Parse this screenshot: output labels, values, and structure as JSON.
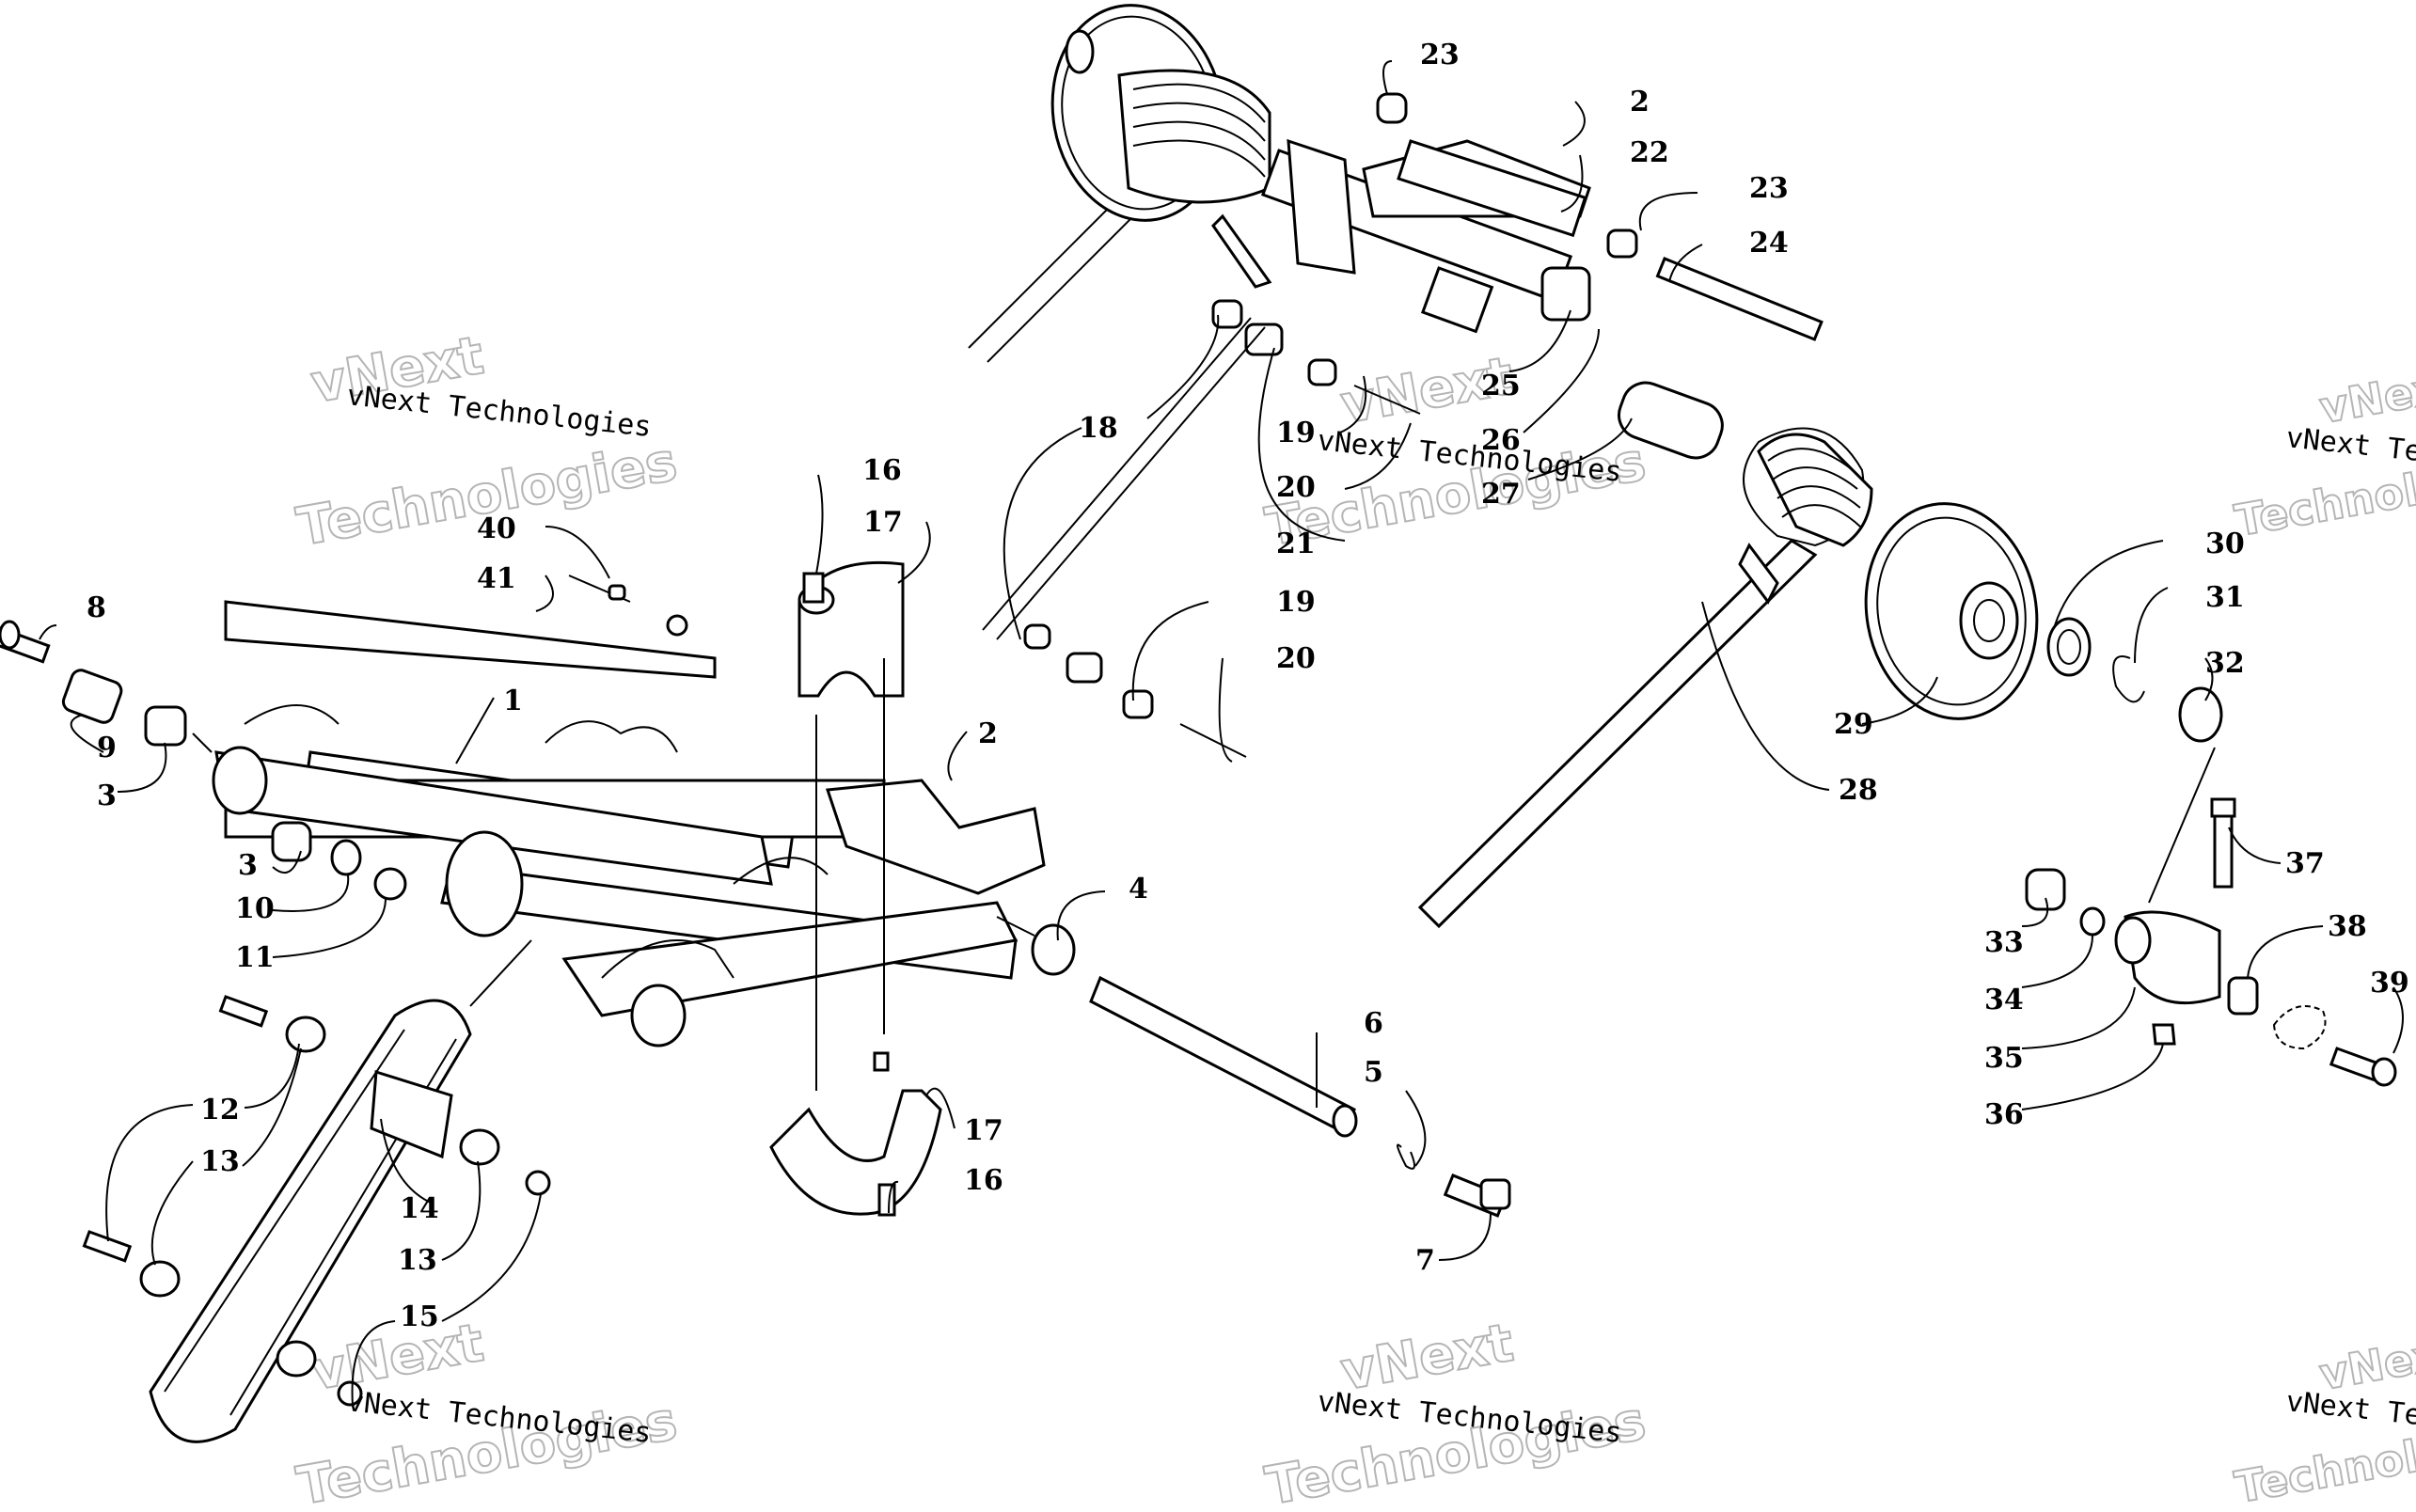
{
  "watermark": {
    "line1": "vNext Technologies",
    "brand_word": "vNext",
    "line2": "Technologies"
  },
  "callouts": [
    {
      "num": "1"
    },
    {
      "num": "2"
    },
    {
      "num": "2"
    },
    {
      "num": "3"
    },
    {
      "num": "3"
    },
    {
      "num": "4"
    },
    {
      "num": "5"
    },
    {
      "num": "6"
    },
    {
      "num": "7"
    },
    {
      "num": "8"
    },
    {
      "num": "9"
    },
    {
      "num": "10"
    },
    {
      "num": "11"
    },
    {
      "num": "12"
    },
    {
      "num": "13"
    },
    {
      "num": "13"
    },
    {
      "num": "14"
    },
    {
      "num": "15"
    },
    {
      "num": "16"
    },
    {
      "num": "16"
    },
    {
      "num": "17"
    },
    {
      "num": "17"
    },
    {
      "num": "18"
    },
    {
      "num": "19"
    },
    {
      "num": "19"
    },
    {
      "num": "20"
    },
    {
      "num": "20"
    },
    {
      "num": "21"
    },
    {
      "num": "22"
    },
    {
      "num": "23"
    },
    {
      "num": "23"
    },
    {
      "num": "24"
    },
    {
      "num": "25"
    },
    {
      "num": "26"
    },
    {
      "num": "27"
    },
    {
      "num": "28"
    },
    {
      "num": "29"
    },
    {
      "num": "30"
    },
    {
      "num": "31"
    },
    {
      "num": "32"
    },
    {
      "num": "33"
    },
    {
      "num": "34"
    },
    {
      "num": "35"
    },
    {
      "num": "36"
    },
    {
      "num": "37"
    },
    {
      "num": "38"
    },
    {
      "num": "39"
    },
    {
      "num": "40"
    },
    {
      "num": "41"
    }
  ]
}
